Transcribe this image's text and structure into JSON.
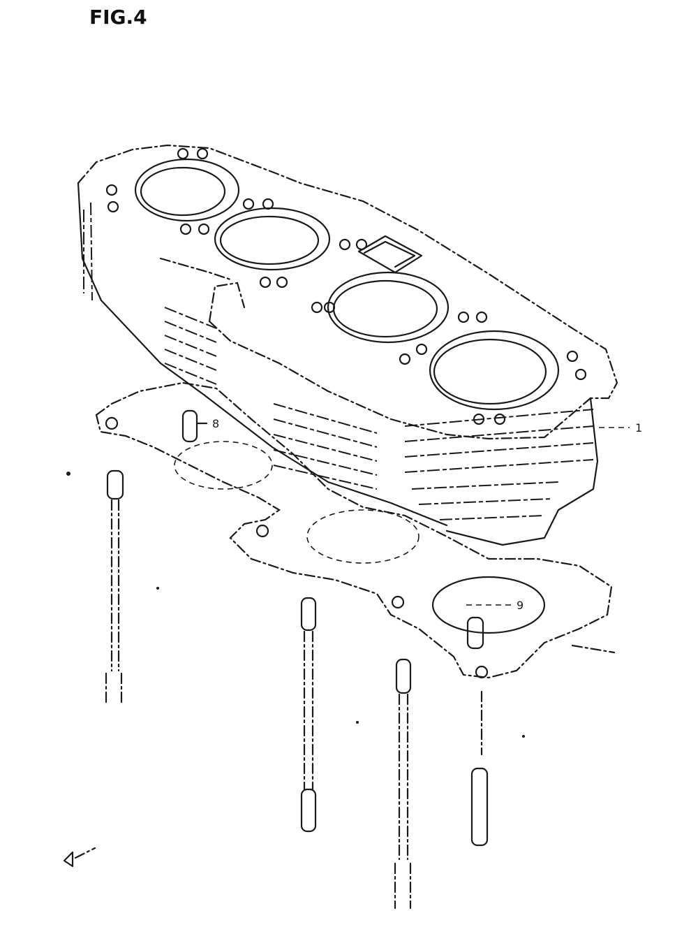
{
  "figure": {
    "title": "FIG.4"
  },
  "callouts": {
    "c1": "1",
    "c8": "8",
    "c9": "9"
  }
}
